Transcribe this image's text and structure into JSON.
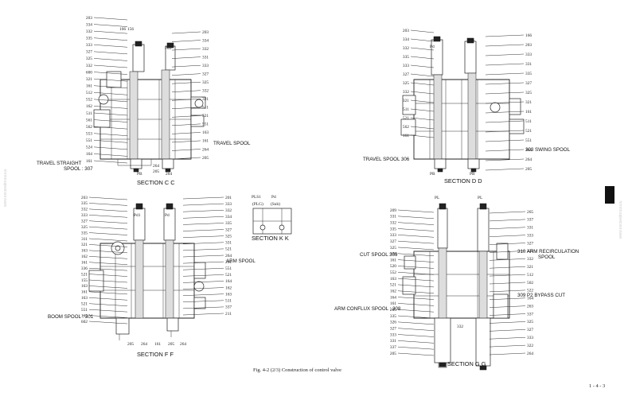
{
  "sections": {
    "cc": {
      "title": "SECTION  C  C",
      "callouts": [
        "TRAVEL SPOOL",
        "TRAVEL STRAIGHT",
        "SPOOL : 307"
      ],
      "left_numbers": [
        "203",
        "334",
        "332",
        "335",
        "333",
        "327",
        "325",
        "332",
        "600",
        "321",
        "161",
        "512",
        "552",
        "162",
        "511",
        "561",
        "562",
        "553",
        "551",
        "524",
        "164",
        "161"
      ],
      "right_numbers": [
        "203",
        "334",
        "332",
        "331",
        "333",
        "327",
        "325",
        "332",
        "321",
        "511",
        "521",
        "551",
        "163",
        "161",
        "264",
        "205"
      ],
      "top_labels": [
        "166",
        "156",
        "Pd1"
      ],
      "bottom_labels": [
        "264",
        "205",
        "PB",
        "204"
      ]
    },
    "dd": {
      "title": "SECTION  D  D",
      "callouts": [
        "TRAVEL SPOOL 306",
        "303  SWING SPOOL"
      ],
      "left_numbers": [
        "203",
        "334",
        "332",
        "335",
        "333",
        "327",
        "325",
        "332",
        "321",
        "511",
        "521",
        "562",
        "161"
      ],
      "right_numbers": [
        "166",
        "203",
        "333",
        "331",
        "335",
        "327",
        "325",
        "321",
        "161",
        "511",
        "521",
        "551",
        "164",
        "264",
        "205"
      ],
      "top_labels": [
        "PL6",
        "Pd"
      ],
      "bottom_labels": [
        "PB",
        "PB"
      ]
    },
    "ff": {
      "title": "SECTION  F  F",
      "callouts": [
        "ARM SPOOL",
        "BOOM SPOOL : 301"
      ],
      "left_numbers": [
        "203",
        "335",
        "332",
        "333",
        "327",
        "325",
        "335",
        "311",
        "321",
        "163",
        "162",
        "161",
        "336",
        "521",
        "155",
        "163",
        "161",
        "163",
        "521",
        "551",
        "162",
        "602"
      ],
      "right_numbers": [
        "201",
        "333",
        "332",
        "334",
        "335",
        "327",
        "325",
        "331",
        "521",
        "264",
        "261",
        "551",
        "521",
        "164",
        "162",
        "163",
        "511",
        "337",
        "211"
      ],
      "top_labels": [
        "Pd1",
        "Pd"
      ],
      "bottom_labels": [
        "205",
        "264",
        "161",
        "205",
        "264"
      ]
    },
    "kk": {
      "title": "SECTION  K  K",
      "top_labels": [
        "PLS1",
        "Pd"
      ],
      "sub_labels": [
        "(PLG)",
        "(Sub)"
      ]
    },
    "gg": {
      "title": "SECTION  G  G",
      "callouts": [
        "CUT SPOOL 309",
        "310  ARM RECIRCULATION",
        "SPOOL",
        "309  P2 BYPASS CUT",
        "ARM CONFLUX SPOOL : 308",
        "332"
      ],
      "left_numbers": [
        "209",
        "331",
        "332",
        "335",
        "333",
        "327",
        "325",
        "163",
        "161",
        "520",
        "552",
        "163",
        "521",
        "162",
        "164",
        "161",
        "205",
        "335",
        "326",
        "327",
        "333",
        "331",
        "337",
        "205"
      ],
      "right_numbers": [
        "265",
        "337",
        "331",
        "333",
        "327",
        "325",
        "332",
        "321",
        "512",
        "502",
        "522",
        "164",
        "263",
        "337",
        "325",
        "327",
        "333",
        "322",
        "264"
      ],
      "top_labels": [
        "PL",
        "PL"
      ]
    }
  },
  "caption": "Fig. 4-2 (2/3)  Construction of control valve",
  "page_number": "1 - 4 - 3",
  "edge_marks": [
    "www.excavatoruuuuu",
    "www.excavatoruuuuu"
  ]
}
